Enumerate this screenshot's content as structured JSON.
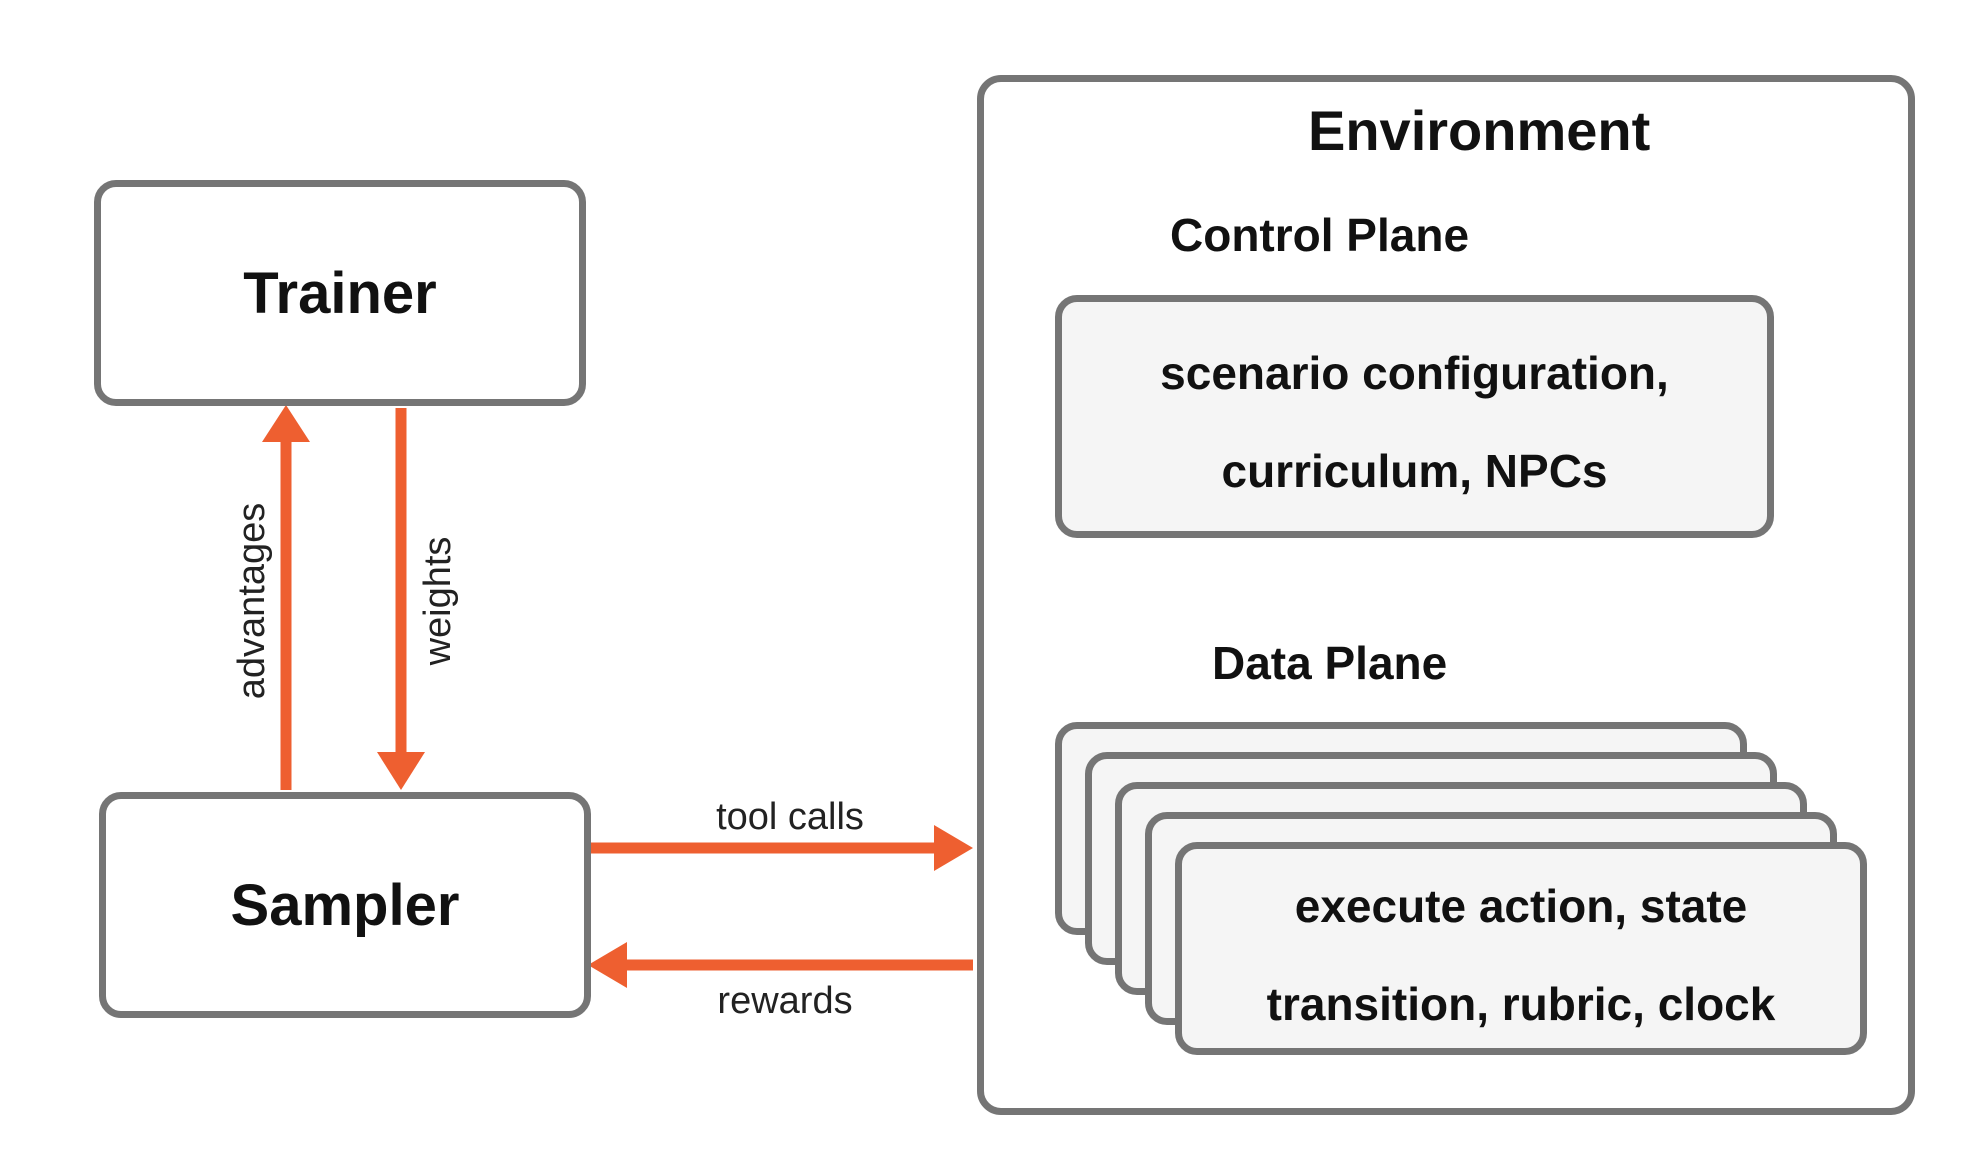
{
  "nodes": {
    "trainer": "Trainer",
    "sampler": "Sampler"
  },
  "environment": {
    "title": "Environment",
    "control_plane": {
      "title": "Control Plane",
      "lines": [
        "scenario configuration,",
        "curriculum, NPCs"
      ]
    },
    "data_plane": {
      "title": "Data Plane",
      "lines": [
        "execute action, state",
        "transition, rubric, clock"
      ]
    }
  },
  "edges": {
    "advantages": "advantages",
    "weights": "weights",
    "tool_calls": "tool calls",
    "rewards": "rewards"
  },
  "colors": {
    "arrow": "#EE5F30",
    "border": "#757575",
    "card_fill": "#F5F5F5"
  }
}
